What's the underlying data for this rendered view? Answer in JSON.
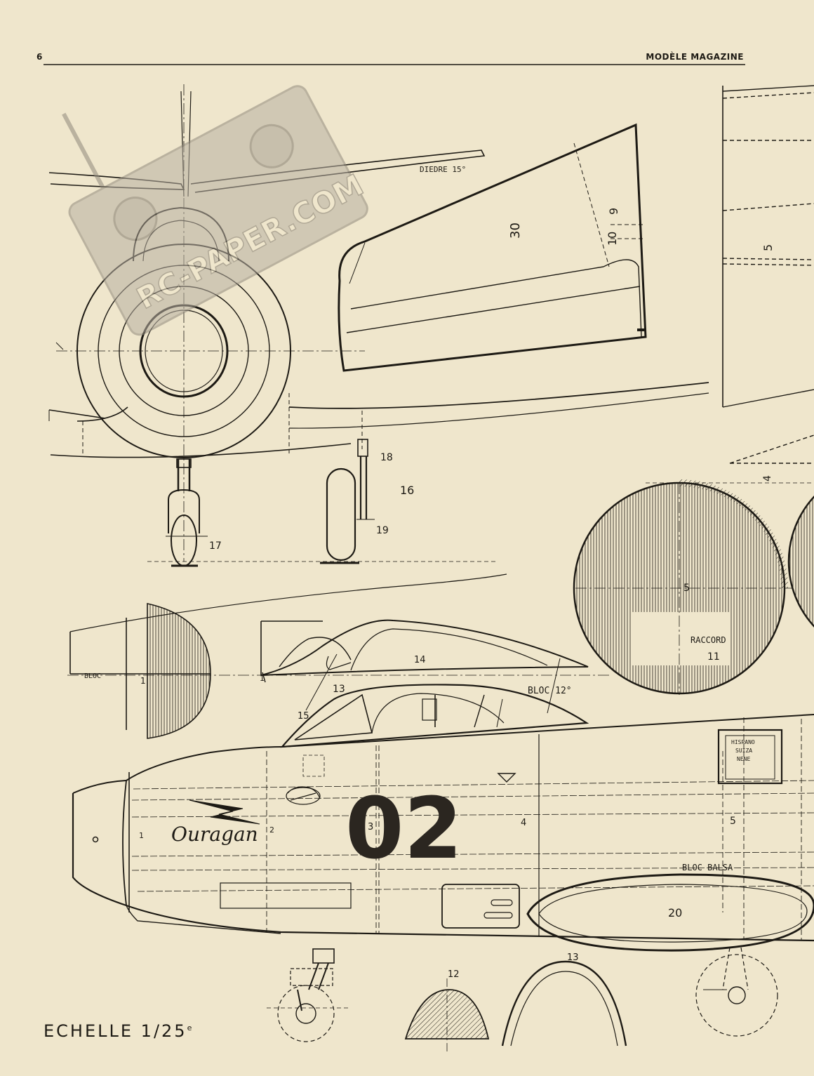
{
  "header": {
    "page_number": "6",
    "magazine": "MODÈLE MAGAZINE"
  },
  "footer": {
    "scale": "ECHELLE 1/25"
  },
  "scale_superscript": "e",
  "watermark": {
    "text": "RC-PAPER.COM"
  },
  "labels": {
    "diedre": "DIEDRE 15°",
    "part_30": "30",
    "part_9": "9",
    "part_10": "10",
    "part_5_top": "5",
    "part_4_top": "4",
    "part_18": "18",
    "part_16": "16",
    "part_19": "19",
    "part_17": "17",
    "raccord": "RACCORD",
    "part_11": "11",
    "part_5_circle": "5",
    "bloc_left": "BLOC",
    "part_1_bloc": "1",
    "part_1_left": "1",
    "bloc_12": "BLOC 12°",
    "part_14": "14",
    "part_13": "13",
    "part_15": "15",
    "hispano_line1": "HISPANO",
    "hispano_line2": "SUIZA",
    "hispano_line3": "NENE",
    "ouragan": "Ouragan",
    "marking_02": "02",
    "part_1_nose": "1",
    "part_2": "2",
    "part_3": "3",
    "part_4": "4",
    "part_5": "5",
    "bloc_balsa": "BLOC BALSA",
    "part_20": "20",
    "part_12_bottom": "12",
    "part_13_bottom": "13"
  },
  "colors": {
    "paper": "#efe6cc",
    "ink": "#1d1a14",
    "watermark": "#b8b0a2"
  }
}
